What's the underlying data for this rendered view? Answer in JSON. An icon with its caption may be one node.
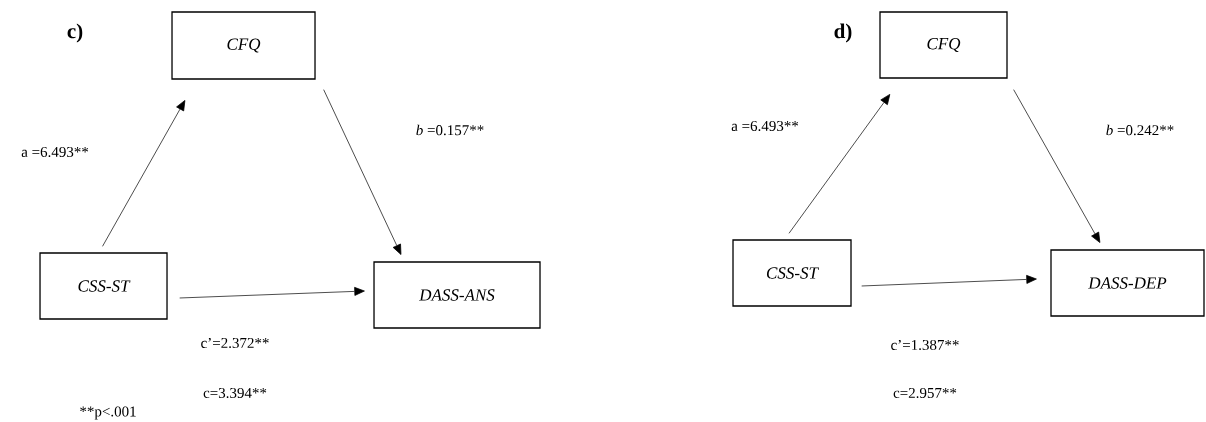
{
  "diagram": {
    "nodes": [
      {
        "text": [
          "CFQ"
        ]
      },
      {
        "text": [
          "CSS-ST"
        ]
      },
      {
        "text": [
          "DASS-ANS"
        ]
      },
      {
        "text": [
          "CFQ"
        ]
      },
      {
        "text": [
          "CSS-ST"
        ]
      },
      {
        "text": [
          "DASS-DEP"
        ]
      }
    ],
    "edges": [
      {
        "from": 1,
        "to": 0,
        "arrow": "to",
        "label": "a =6.493**"
      },
      {
        "from": 0,
        "to": 2,
        "arrow": "to",
        "label": "*b* =0.157**"
      },
      {
        "from": 1,
        "to": 2,
        "arrow": "to",
        "label": "c’=2.372**"
      },
      {
        "from": 4,
        "to": 3,
        "arrow": "to",
        "label": "a =6.493**"
      },
      {
        "from": 3,
        "to": 5,
        "arrow": "to",
        "label": "*b* =0.242**"
      },
      {
        "from": 4,
        "to": 5,
        "arrow": "to",
        "label": "c’=1.387**"
      }
    ],
    "labels": [
      "c)",
      "c=3.394**",
      "**p<.001",
      "d)",
      "c=2.957**"
    ]
  }
}
